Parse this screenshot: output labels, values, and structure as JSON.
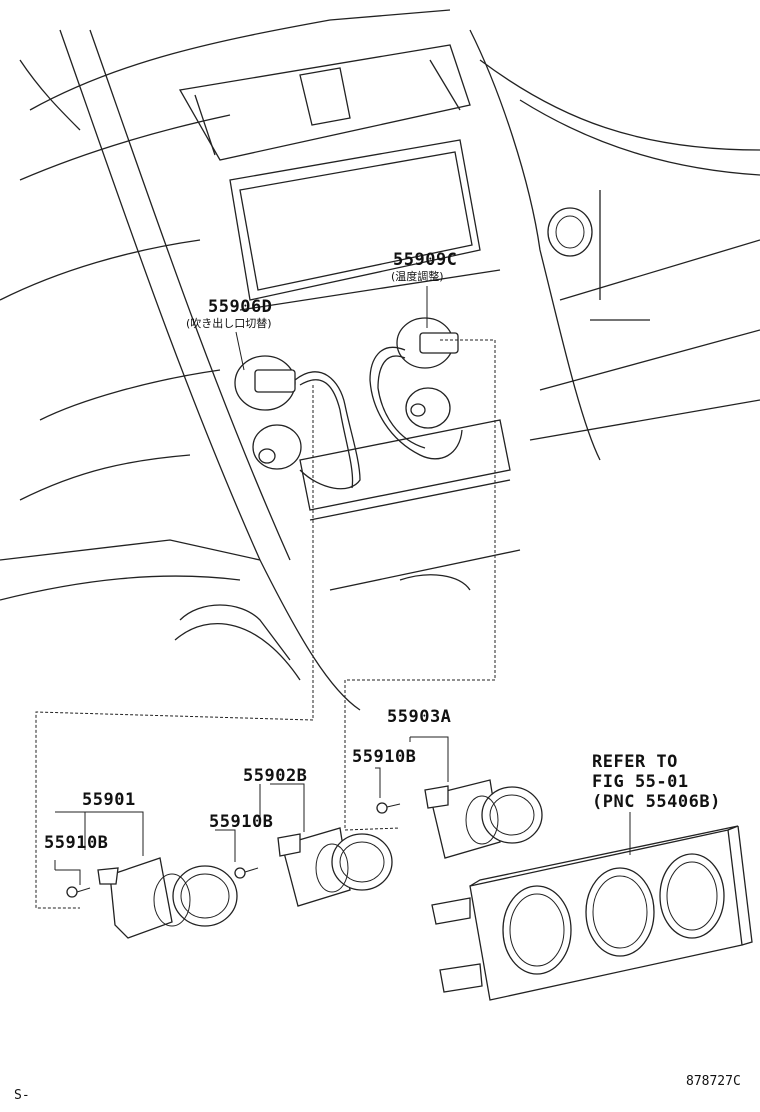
{
  "callouts": {
    "p55906d": "55906D",
    "p55906d_sub": "(吹き出し口切替)",
    "p55909c": "55909C",
    "p55909c_sub": "(温度調整)",
    "p55903a": "55903A",
    "p55910b_a": "55910B",
    "p55902b": "55902B",
    "p55910b_b": "55910B",
    "p55901": "55901",
    "p55910b_c": "55910B"
  },
  "refer": {
    "line1": "REFER TO",
    "line2": "FIG 55-01",
    "line3": "(PNC 55406B)"
  },
  "footer": {
    "left_code": "S-",
    "figure_code": "878727C"
  }
}
